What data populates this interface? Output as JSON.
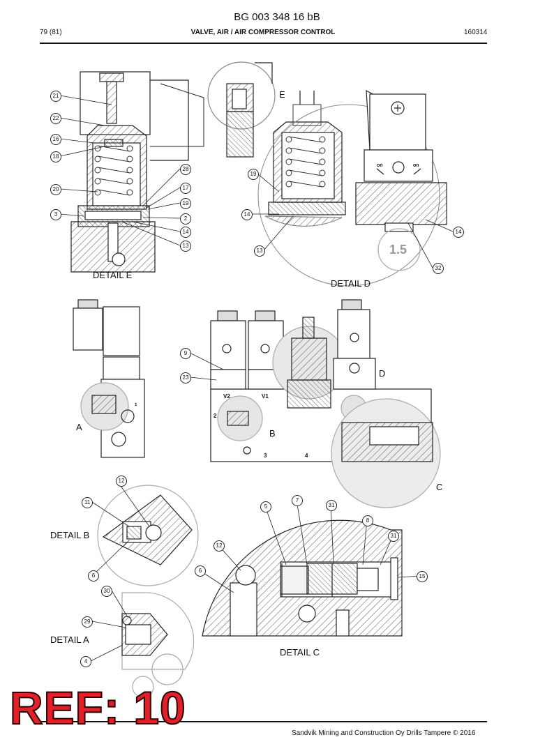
{
  "header": {
    "doc_id": "BG 003 348 16 bB",
    "page": "79 (81)",
    "title": "VALVE, AIR / AIR COMPRESSOR CONTROL",
    "date": "160314"
  },
  "footer": {
    "copyright": "Sandvik Mining and Construction Oy Drills Tampere © 2016"
  },
  "stamp": "REF: 10",
  "details": {
    "e": "DETAIL E",
    "d": "DETAIL D",
    "b": "DETAIL B",
    "a": "DETAIL A",
    "c": "DETAIL C"
  },
  "callout_letters": {
    "e": "E",
    "d": "D",
    "a": "A",
    "b": "B",
    "c": "C"
  },
  "diagram_text": {
    "v2": "V2",
    "v1": "V1",
    "n1": "1",
    "n2": "2",
    "n3": "3",
    "n4": "4",
    "on_left": "on",
    "on_right": "on",
    "gauge": "1.5"
  },
  "balloons": {
    "e21": "21",
    "e22": "22",
    "e16": "16",
    "e18": "18",
    "e20": "20",
    "e3": "3",
    "e28": "28",
    "e17": "17",
    "e19": "19",
    "e2": "2",
    "e14": "14",
    "e13": "13",
    "d19": "19",
    "d14": "14",
    "d13": "13",
    "d14b": "14",
    "d32": "32",
    "m9": "9",
    "m23": "23",
    "b12": "12",
    "b11": "11",
    "b6": "6",
    "a30": "30",
    "a29": "29",
    "a4": "4",
    "c5": "5",
    "c7": "7",
    "c31": "31",
    "c8": "8",
    "c31b": "31",
    "c12": "12",
    "c6": "6",
    "c15": "15"
  }
}
